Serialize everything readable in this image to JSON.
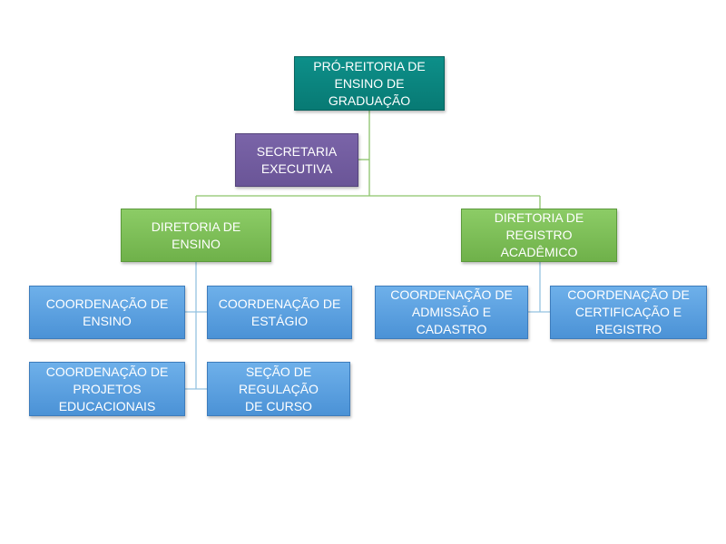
{
  "org_chart": {
    "root": {
      "label": "PRÓ-REITORIA DE\nENSINO DE GRADUAÇÃO",
      "color": "#0a837d"
    },
    "assistant": {
      "label": "SECRETARIA\nEXECUTIVA",
      "color": "#725da0"
    },
    "directorates": [
      {
        "label": "DIRETORIA DE ENSINO",
        "color": "#7dbf57",
        "units": [
          {
            "label": "COORDENAÇÃO DE\nENSINO"
          },
          {
            "label": "COORDENAÇÃO DE\nESTÁGIO"
          },
          {
            "label": "COORDENAÇÃO DE\nPROJETOS\nEDUCACIONAIS"
          },
          {
            "label": "SEÇÃO DE REGULAÇÃO\nDE CURSO"
          }
        ]
      },
      {
        "label": "DIRETORIA DE REGISTRO\nACADÊMICO",
        "color": "#7dbf57",
        "units": [
          {
            "label": "COORDENAÇÃO DE\nADMISSÃO E CADASTRO"
          },
          {
            "label": "COORDENAÇÃO DE\nCERTIFICAÇÃO E\nREGISTRO"
          }
        ]
      }
    ],
    "unit_color": "#5aa0df",
    "connector_color": "#95c2e0"
  }
}
